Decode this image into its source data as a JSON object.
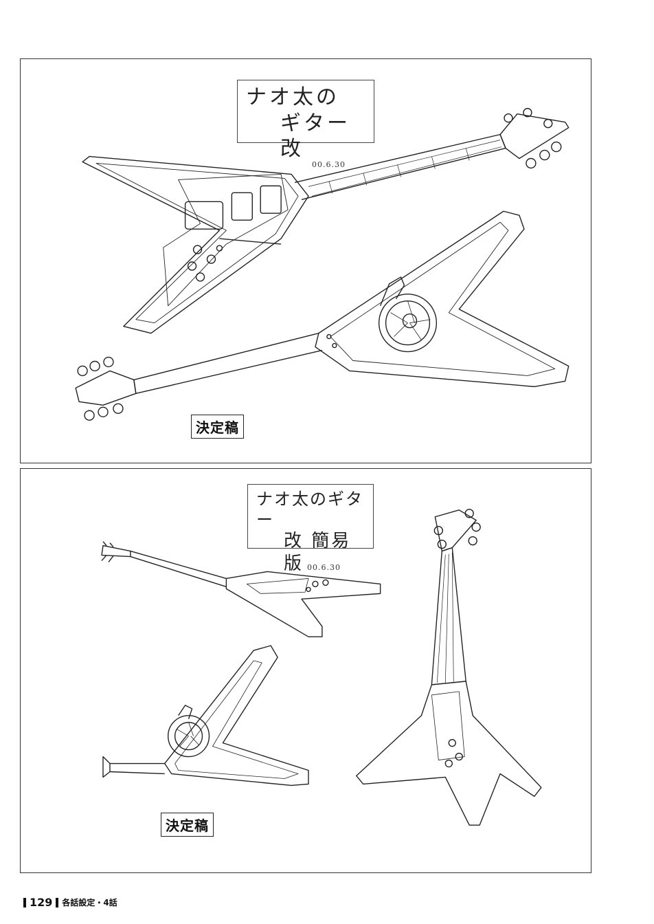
{
  "top_panel": {
    "note_line1": "ナオ太の",
    "note_line2": "ギター改",
    "date": "00.6.30",
    "stamp": "決定稿"
  },
  "bottom_panel": {
    "note_line1": "ナオ太のギター",
    "note_line2": "改 簡易版",
    "date": "00.6.30",
    "stamp": "決定稿"
  },
  "footer": {
    "page_number": "129",
    "chapter": "各話設定・4話"
  }
}
